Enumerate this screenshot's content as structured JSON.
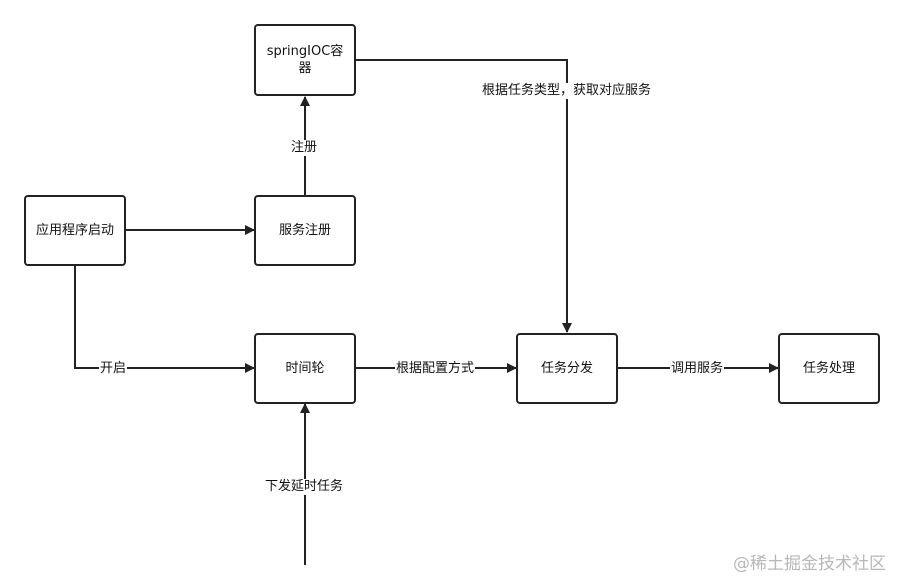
{
  "nodes": {
    "ioc": "springIOC容器",
    "app_start": "应用程序启动",
    "service_register": "服务注册",
    "time_wheel": "时间轮",
    "dispatch": "任务分发",
    "process": "任务处理"
  },
  "edges": {
    "register": "注册",
    "by_task_type": "根据任务类型，获取对应服务",
    "start": "开启",
    "by_config": "根据配置方式",
    "invoke": "调用服务",
    "delay_task": "下发延时任务"
  },
  "watermark": "@稀土掘金技术社区",
  "colors": {
    "line": "#222222",
    "text": "#111111",
    "watermark": "#b8b8b8"
  }
}
